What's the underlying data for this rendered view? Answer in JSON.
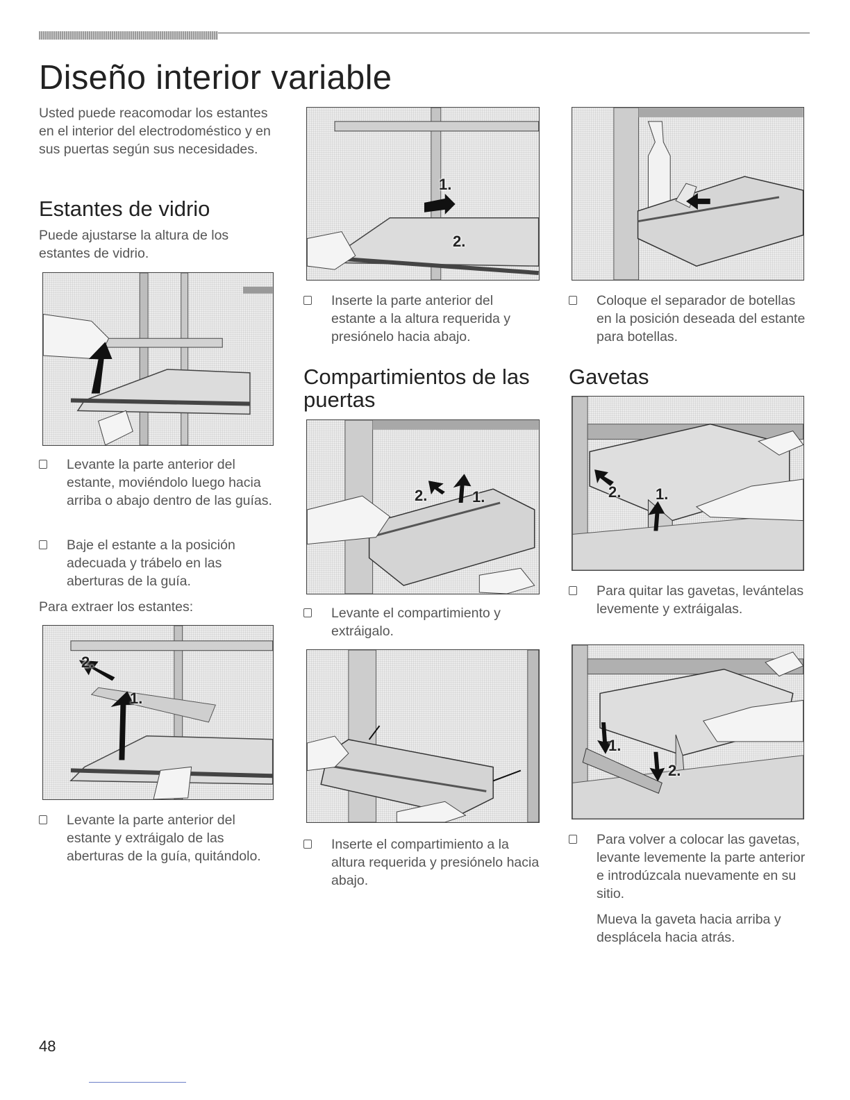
{
  "title": "Diseño interior variable",
  "intro": "Usted puede reacomodar los estantes en el interior del electrodoméstico y en sus puertas según sus necesidades.",
  "glass": {
    "heading": "Estantes de vidrio",
    "text": "Puede ajustarse la altura de los estantes de vidrio.",
    "step1": "Levante la parte anterior del estante, moviéndolo luego hacia arriba o abajo dentro de las guías.",
    "step2": "Baje el estante a la posición adecuada y trábelo en las aberturas de la guía.",
    "remove_intro": "Para extraer los estantes:",
    "step3": "Levante la parte anterior del estante y extráigalo de las aberturas de la guía, quitándolo."
  },
  "shelf_insert": "Inserte la parte anterior del estante a la altura requerida y presiónelo hacia abajo.",
  "doors": {
    "heading": "Compartimientos de las puertas",
    "step1": "Levante el compartimiento y extráigalo.",
    "step2": "Inserte el compartimiento a la altura requerida y presiónelo hacia abajo."
  },
  "bottle": "Coloque el separador de botellas en la posición deseada del estante para botellas.",
  "drawers": {
    "heading": "Gavetas",
    "step1": "Para quitar las gavetas, levántelas levemente y extráigalas.",
    "step2": "Para volver a colocar las gavetas, levante levemente la parte anterior e introdúzcala nuevamente en su sitio.",
    "note": "Mueva la gaveta hacia arriba y desplácela hacia atrás."
  },
  "labels": {
    "one": "1.",
    "two": "2."
  },
  "page_number": "48"
}
